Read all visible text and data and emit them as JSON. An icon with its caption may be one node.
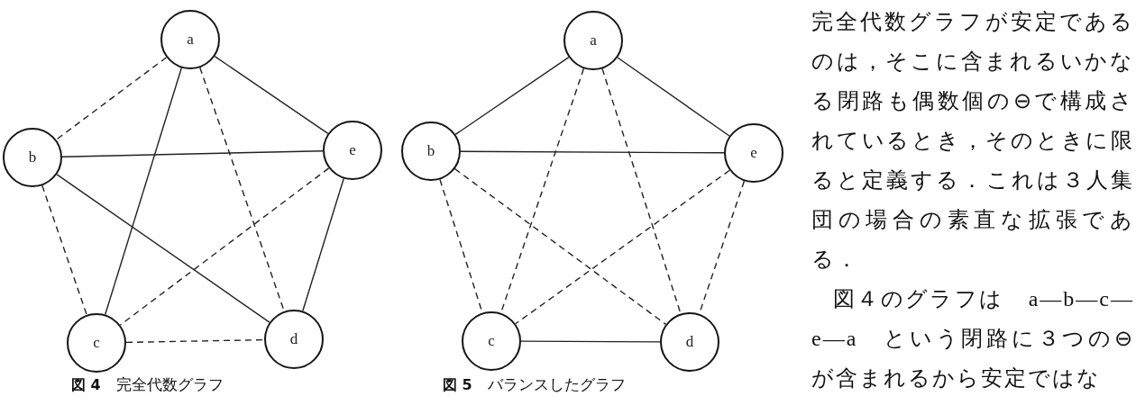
{
  "diagram": {
    "nodes": [
      {
        "text": [
          "a"
        ]
      },
      {
        "text": [
          "b"
        ]
      },
      {
        "text": [
          "e"
        ]
      },
      {
        "text": [
          "c"
        ]
      },
      {
        "text": [
          "d"
        ]
      },
      {
        "text": [
          "a"
        ]
      },
      {
        "text": [
          "b"
        ]
      },
      {
        "text": [
          "e"
        ]
      },
      {
        "text": [
          "c"
        ]
      },
      {
        "text": [
          "d"
        ]
      }
    ],
    "edges": [
      {
        "from": 0,
        "to": 1,
        "arrow": "none",
        "style": "dashed"
      },
      {
        "from": 0,
        "to": 2,
        "arrow": "none"
      },
      {
        "from": 0,
        "to": 3,
        "arrow": "none"
      },
      {
        "from": 0,
        "to": 4,
        "arrow": "none",
        "style": "dashed"
      },
      {
        "from": 1,
        "to": 2,
        "arrow": "none"
      },
      {
        "from": 1,
        "to": 3,
        "arrow": "none",
        "style": "dashed"
      },
      {
        "from": 1,
        "to": 4,
        "arrow": "none"
      },
      {
        "from": 2,
        "to": 3,
        "arrow": "none",
        "style": "dashed"
      },
      {
        "from": 2,
        "to": 4,
        "arrow": "none"
      },
      {
        "from": 3,
        "to": 4,
        "arrow": "none",
        "style": "dashed"
      },
      {
        "from": 5,
        "to": 6,
        "arrow": "none"
      },
      {
        "from": 5,
        "to": 7,
        "arrow": "none"
      },
      {
        "from": 5,
        "to": 8,
        "arrow": "none",
        "style": "dashed"
      },
      {
        "from": 5,
        "to": 9,
        "arrow": "none",
        "style": "dashed"
      },
      {
        "from": 6,
        "to": 7,
        "arrow": "none"
      },
      {
        "from": 6,
        "to": 8,
        "arrow": "none",
        "style": "dashed"
      },
      {
        "from": 6,
        "to": 9,
        "arrow": "none",
        "style": "dashed"
      },
      {
        "from": 7,
        "to": 8,
        "arrow": "none",
        "style": "dashed"
      },
      {
        "from": 7,
        "to": 9,
        "arrow": "none",
        "style": "dashed"
      },
      {
        "from": 8,
        "to": 9,
        "arrow": "none"
      }
    ],
    "labels": [
      "**図 4**　完全代数グラフ",
      "**図 5**　バランスしたグラフ",
      "完全代数グラフが安定であるのは，そこに含まれるいかなる閉路も偶数個の⊖で構成されているとき，そのときに限ると定義する．これは３人集団の場合の素直な拡張である．",
      "図４のグラフは a—b—c—e—a という閉路に３つの⊖が含まれるから安定ではな"
    ]
  }
}
